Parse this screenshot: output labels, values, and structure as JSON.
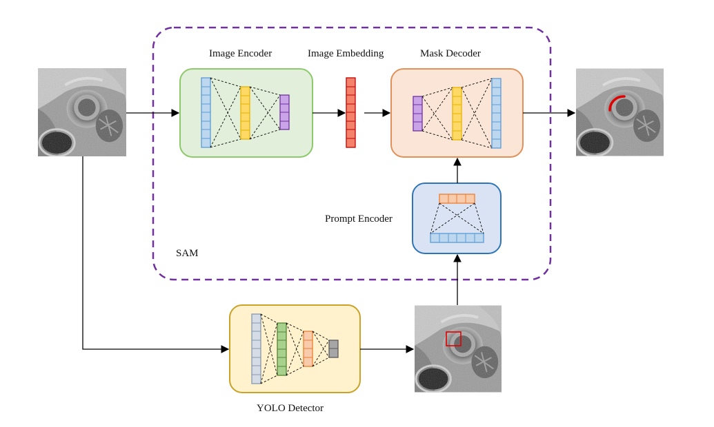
{
  "labels": {
    "image_encoder": "Image Encoder",
    "image_embedding": "Image Embedding",
    "mask_decoder": "Mask Decoder",
    "prompt_encoder": "Prompt Encoder",
    "sam": "SAM",
    "yolo_detector": "YOLO Detector"
  },
  "colors": {
    "sam_border": "#7030a0",
    "image_encoder_fill": "#e2efda",
    "image_encoder_border": "#8cc96a",
    "mask_decoder_fill": "#fbe5d6",
    "mask_decoder_border": "#e0915a",
    "prompt_encoder_fill": "#dae3f3",
    "prompt_encoder_border": "#2e75b6",
    "yolo_fill": "#fff2cc",
    "yolo_border": "#c9a227",
    "layer_blue": "#bdd7ee",
    "layer_blue_stroke": "#5b9bd5",
    "layer_yellow": "#ffd966",
    "layer_yellow_stroke": "#e6b400",
    "layer_purple": "#c9a5e8",
    "layer_purple_stroke": "#7030a0",
    "layer_red": "#f4826b",
    "layer_red_stroke": "#c00000",
    "layer_orange": "#f8cbad",
    "layer_orange_stroke": "#ed7d31",
    "layer_gray_blue": "#d6dce5",
    "layer_gray_blue_stroke": "#8497b0",
    "layer_green": "#a9d18e",
    "layer_green_stroke": "#548235",
    "layer_gray": "#a6a6a6",
    "layer_gray_stroke": "#595959",
    "mask_red": "#e00000",
    "box_red": "#e00000"
  }
}
